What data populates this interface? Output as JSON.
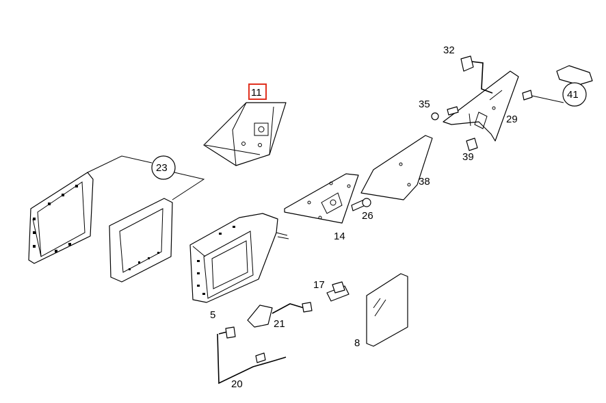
{
  "diagram": {
    "highlight_color": "#e0301e",
    "callouts": {
      "c11": "11",
      "c23": "23",
      "c32": "32",
      "c35": "35",
      "c29": "29",
      "c41": "41",
      "c39": "39",
      "c38": "38",
      "c26": "26",
      "c14": "14",
      "c5": "5",
      "c17": "17",
      "c21": "21",
      "c8": "8",
      "c20": "20"
    }
  }
}
